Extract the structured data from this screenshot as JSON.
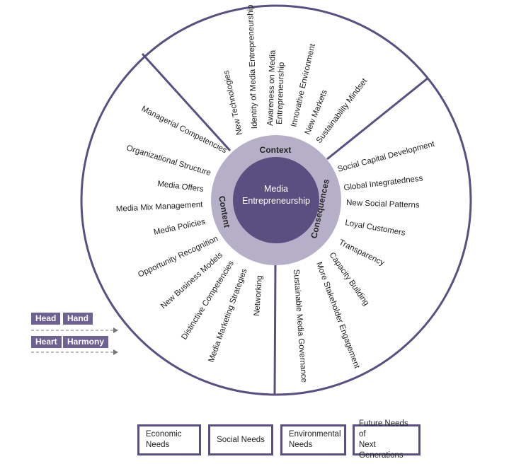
{
  "center": {
    "line1": "Media",
    "line2": "Entrepreneurship"
  },
  "ring": {
    "context": "Context",
    "content": "Content",
    "consequences": "Consequences"
  },
  "labels": {
    "context_new_tech": "New Technologies",
    "context_identity": "Identity of Media Entrepreneurship",
    "context_awareness_1": "Awareness on Media",
    "context_awareness_2": "Entrepreneurship",
    "context_innovative": "Innovative Environment",
    "context_new_markets": "New Markets",
    "context_sustainability": "Sustainability Mindset",
    "content_managerial": "Managerial Competencies",
    "content_org_structure": "Organizational Structure",
    "content_media_offers": "Media Offers",
    "content_media_mix": "Media Mix Management",
    "content_media_policies": "Media Policies",
    "content_opportunity": "Opportunity Recognition",
    "content_new_business": "New Business Models",
    "content_distinctive": "Distinctive Competencies",
    "content_marketing": "Media Marketing Strategies",
    "content_networking": "Networking",
    "cons_social_capital": "Social Capital Development",
    "cons_global": "Global Integratedness",
    "cons_social_patterns": "New Social Patterns",
    "cons_loyal": "Loyal Customers",
    "cons_transparency": "Transparency",
    "cons_capacity": "Capacity Building",
    "cons_stakeholder": "More Stakeholder Engagement",
    "cons_governance": "Sustainable Media Governance"
  },
  "tags": {
    "head": "Head",
    "hand": "Hand",
    "heart": "Heart",
    "harmony": "Harmony"
  },
  "needs": {
    "economic_1": "Economic",
    "economic_2": "Needs",
    "social": "Social Needs",
    "environmental_1": "Environmental",
    "environmental_2": "Needs",
    "future_1": "Future Needs of",
    "future_2": "Next Generations"
  },
  "colors": {
    "dark_purple": "#5b4f82",
    "light_purple": "#b5b0c8",
    "tag": "#6d6291"
  }
}
